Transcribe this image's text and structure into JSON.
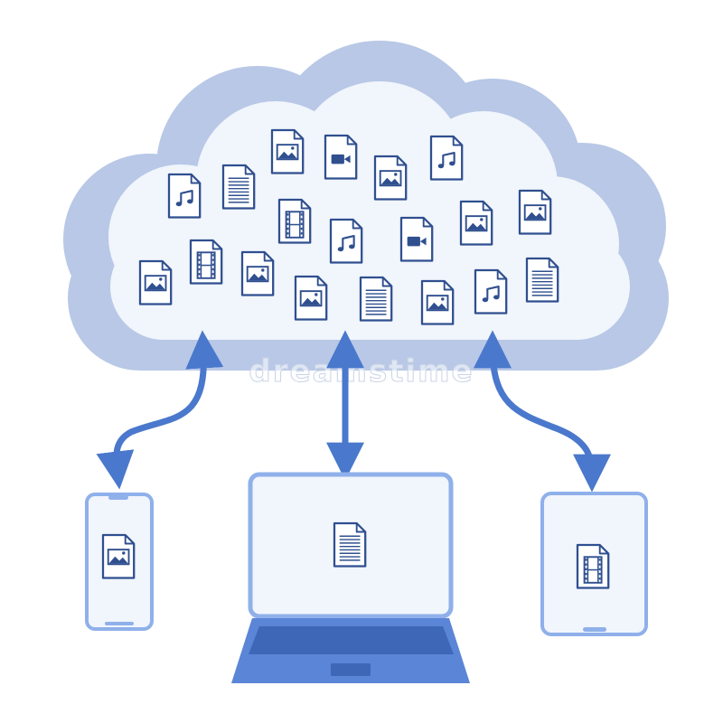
{
  "colors": {
    "cloud_outer": "#b8c8e6",
    "cloud_inner": "#f1f5fc",
    "icon_stroke": "#2f4f8f",
    "arrow": "#4a78cc",
    "device_frame": "#8fb0ea",
    "device_screen": "#f1f5fc",
    "laptop_base": "#5b85d6",
    "laptop_keyboard": "#3f67b8"
  },
  "watermark": {
    "text": "dreamstime"
  },
  "cloud": {
    "files": [
      {
        "icon": "music-icon"
      },
      {
        "icon": "document-icon"
      },
      {
        "icon": "image-icon"
      },
      {
        "icon": "video-icon"
      },
      {
        "icon": "image-icon"
      },
      {
        "icon": "music-icon"
      },
      {
        "icon": "film-icon"
      },
      {
        "icon": "music-icon"
      },
      {
        "icon": "video-icon"
      },
      {
        "icon": "image-icon"
      },
      {
        "icon": "image-icon"
      },
      {
        "icon": "image-icon"
      },
      {
        "icon": "film-icon"
      },
      {
        "icon": "image-icon"
      },
      {
        "icon": "image-icon"
      },
      {
        "icon": "document-icon"
      },
      {
        "icon": "image-icon"
      },
      {
        "icon": "music-icon"
      },
      {
        "icon": "document-icon"
      }
    ]
  },
  "devices": [
    {
      "type": "phone",
      "icon": "image-icon"
    },
    {
      "type": "laptop",
      "icon": "document-icon"
    },
    {
      "type": "tablet",
      "icon": "film-icon"
    }
  ],
  "connections": [
    "cloud-to-phone",
    "cloud-to-laptop",
    "cloud-to-tablet"
  ]
}
